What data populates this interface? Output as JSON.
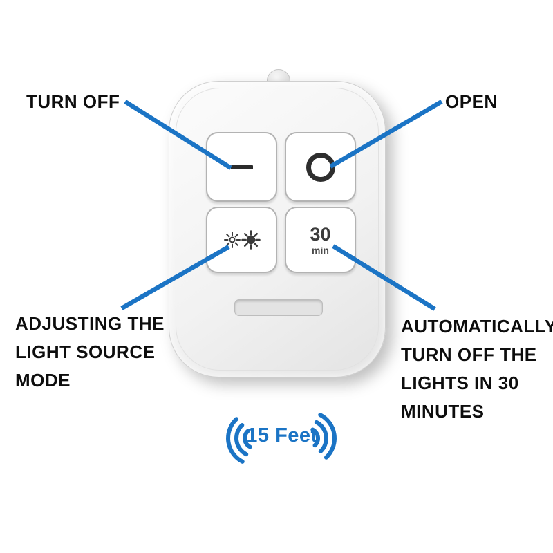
{
  "colors": {
    "accent_blue": "#1b74c5",
    "label_text": "#0d0d0d",
    "button_glyph": "#2e2e2e"
  },
  "annotations": {
    "turn_off": "TURN OFF",
    "open": "OPEN",
    "mode_lines": [
      "ADJUSTING THE",
      "LIGHT SOURCE",
      "MODE"
    ],
    "timer_lines": [
      "AUTOMATICALLY",
      "TURN OFF THE",
      "LIGHTS IN 30",
      "MINUTES"
    ]
  },
  "remote": {
    "timer_button": {
      "value": "30",
      "unit": "min"
    },
    "icons": {
      "off_button": "minus-icon",
      "open_button": "circle-ring-icon",
      "mode_button": "sun-brightness-icons",
      "top": "led-bump"
    }
  },
  "range": {
    "label": "15 Feet",
    "signal_icon": "wireless-signal-arcs"
  }
}
